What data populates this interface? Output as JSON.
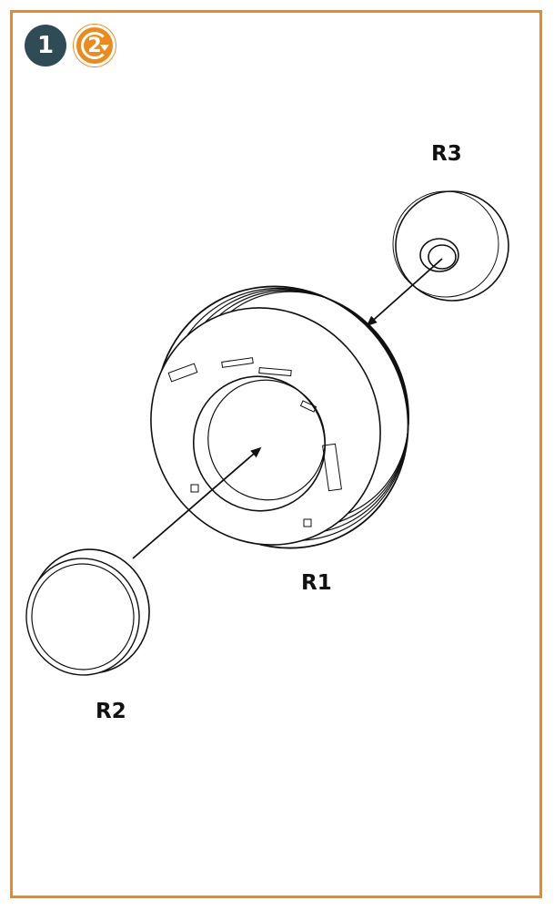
{
  "steps": {
    "first": "1",
    "second": "2"
  },
  "parts": {
    "r1": "R1",
    "r2": "R2",
    "r3": "R3"
  },
  "colors": {
    "frame_accent": "#ec8a1d",
    "badge_dark": "#2e4b56",
    "line": "#111111"
  },
  "icons": {
    "repeat": "repeat-arrow-icon"
  }
}
